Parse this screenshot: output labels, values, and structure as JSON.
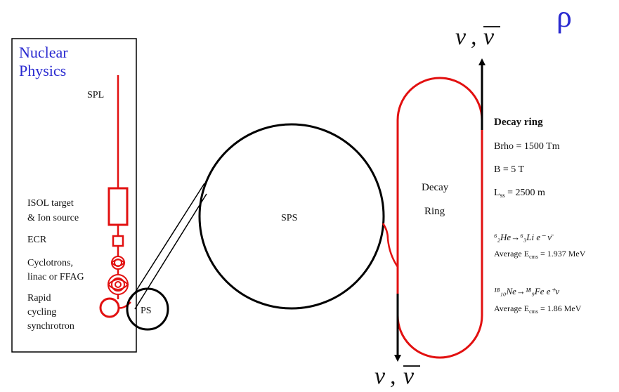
{
  "top_right_symbol": "ρ",
  "nuclear_box": {
    "title_line1": "Nuclear",
    "title_line2": "Physics",
    "spl": "SPL",
    "isol_line1": "ISOL target",
    "isol_line2": "& Ion source",
    "ecr": "ECR",
    "cyclo_line1": "Cyclotrons,",
    "cyclo_line2": "linac or FFAG",
    "rcs_line1": "Rapid",
    "rcs_line2": "cycling",
    "rcs_line3": "synchrotron"
  },
  "ps_label": "PS",
  "sps_label": "SPS",
  "decay_ring_inner": {
    "line1": "Decay",
    "line2": "Ring"
  },
  "neutrino_top": {
    "nu": "ν",
    "sep": ",",
    "nubar": "ν"
  },
  "neutrino_bottom": {
    "nu": "ν",
    "sep": ",",
    "nubar": "ν"
  },
  "decay_info": {
    "title": "Decay ring",
    "brho": "Brho = 1500 Tm",
    "b": "B = 5 T",
    "lss_prefix": "L",
    "lss_sub": "ss",
    "lss_suffix": " = 2500 m"
  },
  "reaction1": {
    "eq_line": "⁶₂He→⁶₃Li e⁻ ν̄",
    "avg_prefix": "Average E",
    "avg_sub": "cms",
    "avg_value": " = 1.937 MeV"
  },
  "reaction2": {
    "eq_line": "¹⁸₁₀Ne→¹⁸₉Fe e⁺ν",
    "avg_prefix": "Average E",
    "avg_sub": "cms",
    "avg_value": " = 1.86 MeV"
  },
  "colors": {
    "beamline": "#e21010",
    "title_blue": "#2a2ad0",
    "outline": "#000000"
  }
}
